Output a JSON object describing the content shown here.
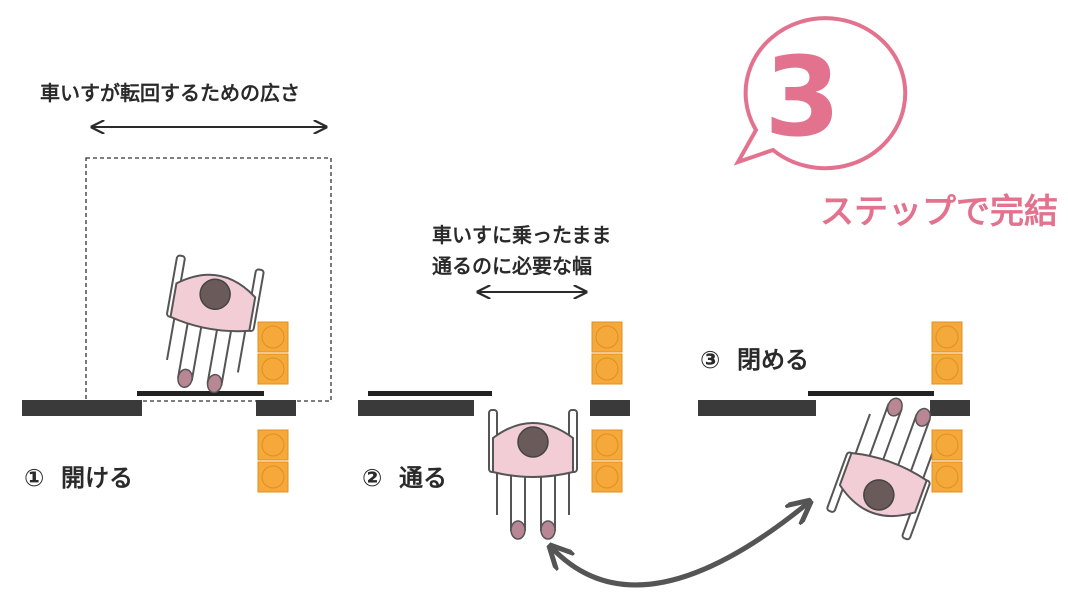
{
  "badge": {
    "number": "3",
    "caption": "ステップで完結",
    "color": "#e3728f"
  },
  "labels": {
    "turning_space": "車いすが転回するための広さ",
    "passage_width_line1": "車いすに乗ったまま",
    "passage_width_line2": "通るのに必要な幅"
  },
  "steps": [
    {
      "marker": "①",
      "label": "開ける"
    },
    {
      "marker": "②",
      "label": "通る"
    },
    {
      "marker": "③",
      "label": "閉める"
    }
  ],
  "colors": {
    "wall": "#3a3a3a",
    "tactile_block": "#f4a93a",
    "person_shirt": "#f3cdd6",
    "arrow": "#555555"
  }
}
